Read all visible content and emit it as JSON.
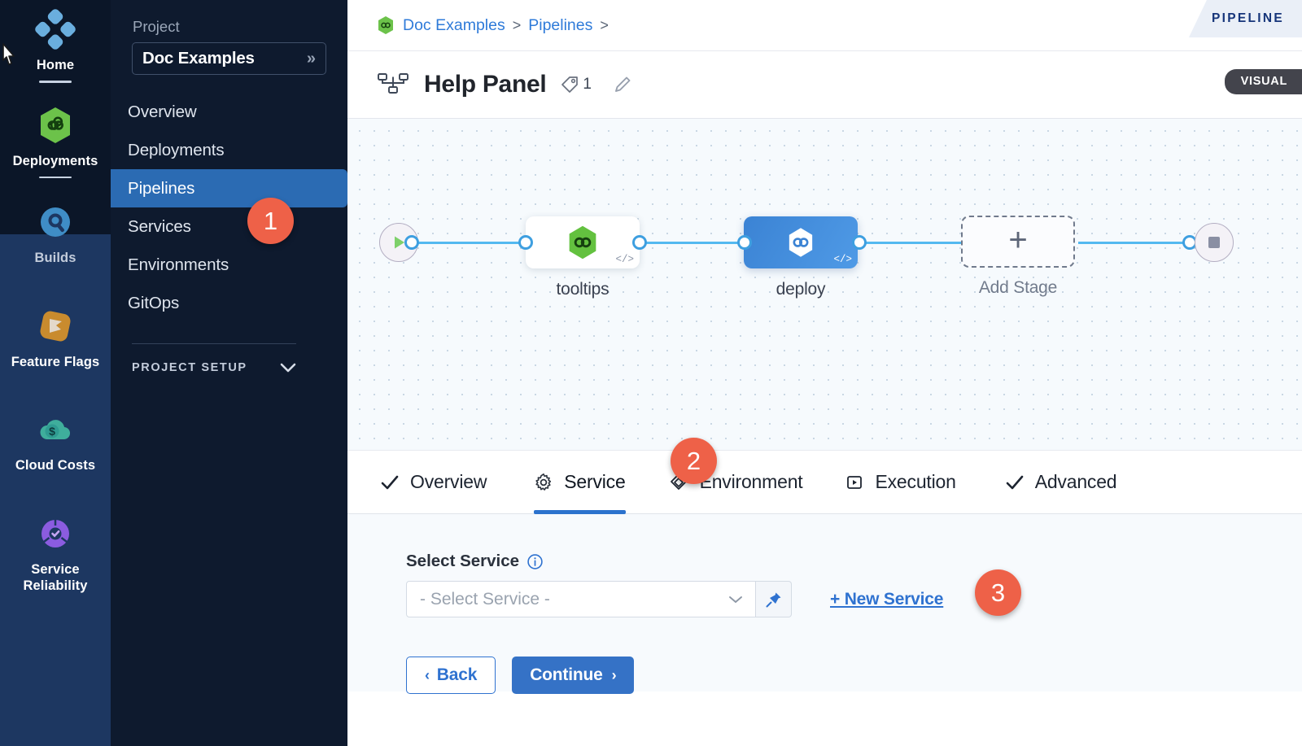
{
  "rail": {
    "items": [
      {
        "label": "Home",
        "icon": "home-grid-icon",
        "active_underline": true
      },
      {
        "label": "Deployments",
        "icon": "deployments-hexagon-infinity-icon",
        "active_underline": true
      },
      {
        "label": "Builds",
        "icon": "builds-circle-icon",
        "active_underline": false
      },
      {
        "label": "Feature Flags",
        "icon": "feature-flags-icon",
        "active_underline": false
      },
      {
        "label": "Cloud Costs",
        "icon": "cloud-costs-icon",
        "active_underline": false
      },
      {
        "label": "Service Reliability",
        "icon": "service-reliability-icon",
        "active_underline": false
      }
    ]
  },
  "project_nav": {
    "project_label": "Project",
    "project_name": "Doc Examples",
    "expand_icon": "double-chevron-right-icon",
    "items": [
      {
        "label": "Overview",
        "selected": false
      },
      {
        "label": "Deployments",
        "selected": false
      },
      {
        "label": "Pipelines",
        "selected": true
      },
      {
        "label": "Services",
        "selected": false
      },
      {
        "label": "Environments",
        "selected": false
      },
      {
        "label": "GitOps",
        "selected": false
      }
    ],
    "section_label": "PROJECT SETUP",
    "section_icon": "chevron-down-icon"
  },
  "breadcrumb": {
    "logo_icon": "harness-hexagon-icon",
    "crumbs": [
      "Doc Examples",
      "Pipelines"
    ],
    "separator": ">",
    "trailing_separator": ">"
  },
  "header": {
    "icon": "pipeline-nodes-icon",
    "title": "Help Panel",
    "tag_icon": "tag-icon",
    "tag_count": "1",
    "edit_icon": "pencil-icon",
    "flag_label": "PIPELINE",
    "mode_badge": "VISUAL"
  },
  "canvas": {
    "start_icon": "play-icon",
    "end_icon": "stop-square-icon",
    "nodes": [
      {
        "label": "tooltips",
        "type": "stage",
        "style": "white",
        "icon": "harness-hexagon-green-icon",
        "code_badge": "</>"
      },
      {
        "label": "deploy",
        "type": "stage",
        "style": "blue",
        "icon": "harness-hexagon-white-icon",
        "code_badge": "</>"
      },
      {
        "label": "Add Stage",
        "type": "add",
        "style": "dashed",
        "icon": "plus-icon"
      }
    ]
  },
  "tabs": [
    {
      "label": "Overview",
      "icon": "check-icon",
      "active": false
    },
    {
      "label": "Service",
      "icon": "gear-icon",
      "active": true
    },
    {
      "label": "Environment",
      "icon": "layers-diamond-icon",
      "active": false
    },
    {
      "label": "Execution",
      "icon": "play-box-icon",
      "active": false
    },
    {
      "label": "Advanced",
      "icon": "check-icon",
      "active": false
    }
  ],
  "form": {
    "field_label": "Select Service",
    "info_icon": "info-icon",
    "select_placeholder": "- Select Service -",
    "select_chevron": "chevron-down-icon",
    "pin_icon": "pin-icon",
    "new_service_label": "+ New Service",
    "back_label": "Back",
    "back_chevron": "‹",
    "continue_label": "Continue",
    "continue_chevron": "›"
  },
  "step_badges": [
    {
      "number": "1"
    },
    {
      "number": "2"
    },
    {
      "number": "3"
    }
  ],
  "colors": {
    "accent_blue": "#2f72d0",
    "badge_orange": "#ee6148",
    "rail_dark": "#0b1628",
    "rail_light": "#1d3761",
    "nav_dark": "#0e1a2e",
    "selected_blue": "#2b6bb3",
    "edge_blue": "#54b9f0",
    "green": "#5ec martin"
  }
}
